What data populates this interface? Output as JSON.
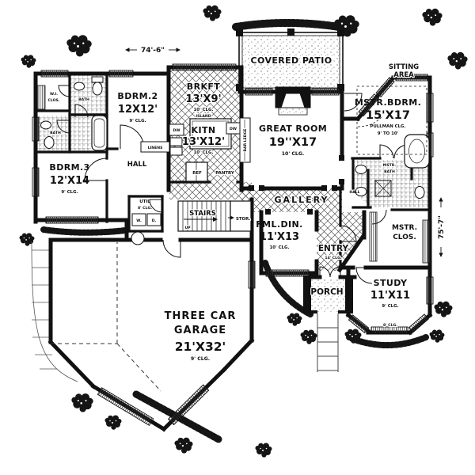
{
  "ink": "#111111",
  "paper": "#ffffff",
  "dimensions": {
    "top": "74'-6\"",
    "right": "75'-7\""
  },
  "labels": {
    "covered_patio": "COVERED PATIO",
    "sitting_line1": "SITTING",
    "sitting_line2": "AREA",
    "mstr_bdrm_name": "MSTR.BDRM.",
    "mstr_bdrm_size": "15'X17",
    "mstr_bdrm_note1": "PULLMAN CLG.",
    "mstr_bdrm_note2": "9' TO 10'",
    "great_room_name": "GREAT ROOM",
    "great_room_size": "19''X17",
    "great_room_note": "10' CLG.",
    "brkft_name": "BRKFT",
    "brkft_size": "13'X9'",
    "brkft_note": "10' CLG.",
    "kitn_name": "KITN",
    "kitn_size": "13'X12'",
    "kitn_note": "10' CLG.",
    "island": "ISLAND",
    "bar_ledge": "BAR LEDGE",
    "ref": "REF",
    "pantry": "PANTRY",
    "dw_left": "DW",
    "dw_right": "DW",
    "bdrm2_name": "BDRM.2",
    "bdrm2_size": "12X12'",
    "bdrm2_note": "9' CLG.",
    "bdrm3_name": "BDRM.3",
    "bdrm3_size": "12'X14",
    "bdrm3_note": "9' CLG.",
    "wi_line1": "W.I.",
    "wi_line2": "CLOS.",
    "bath_upper": "BATH",
    "bath_lower": "BATH",
    "hall_left": "HALL",
    "hall_right": "HALL",
    "linens": "LINENS",
    "util_name": "UTIL",
    "util_note": "8' CLG.",
    "washer": "W.",
    "dryer": "D.",
    "stairs": "STAIRS",
    "up": "UP",
    "stor": "STOR.",
    "gallery": "GALLERY",
    "fml_din_name": "FML.DIN.",
    "fml_din_size": "11'X13",
    "fml_din_note": "10' CLG.",
    "entry_name": "ENTRY",
    "entry_note": "14' CLG.",
    "porch": "PORCH",
    "study_name": "STUDY",
    "study_size": "11'X11",
    "study_note": "9' CLG.",
    "study_bay_note": "8' CLG.",
    "mstr_bath_line1": "MSTR.",
    "mstr_bath_line2": "BATH",
    "mstr_clos_line1": "MSTR.",
    "mstr_clos_line2": "CLOS.",
    "garage_line1": "THREE CAR",
    "garage_line2": "GARAGE",
    "garage_size": "21'X32'",
    "garage_note": "9' CLG."
  }
}
